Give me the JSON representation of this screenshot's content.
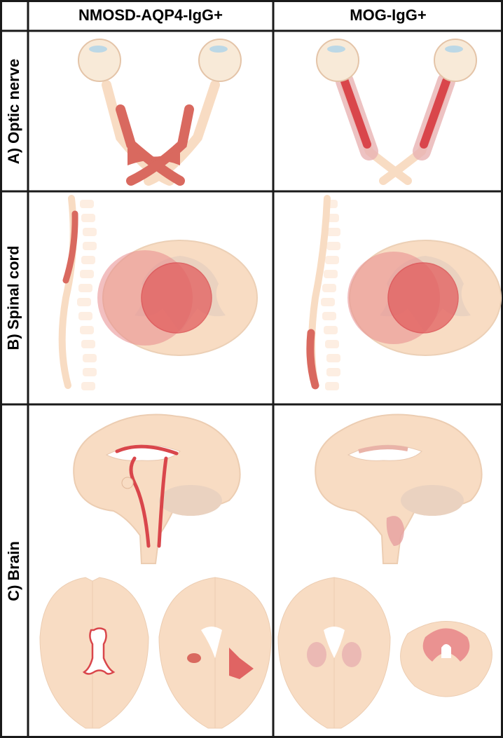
{
  "columns": [
    "NMOSD-AQP4-IgG+",
    "MOG-IgG+"
  ],
  "rows": [
    "A) Optic nerve",
    "B) Spinal cord",
    "C) Brain"
  ],
  "colors": {
    "tissue": "#f8dcc3",
    "tissue_dark": "#e9c2a3",
    "lesion": "#d9464b",
    "lesion_soft": "#e88a8c",
    "lesion_pale": "#eec0c0",
    "grid": "#1a1a1a"
  }
}
